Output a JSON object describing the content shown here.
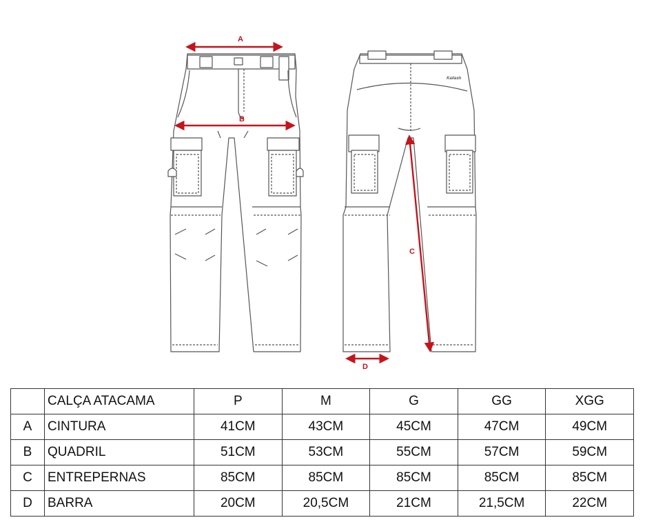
{
  "diagram": {
    "measure_labels": {
      "a": "A",
      "b": "B",
      "c": "C",
      "d": "D"
    },
    "brand_text": "Kailash",
    "colors": {
      "outline": "#555555",
      "measure": "#c4141c",
      "fill": "#ffffff"
    }
  },
  "table": {
    "title": "CALÇA ATACAMA",
    "sizes": [
      "P",
      "M",
      "G",
      "GG",
      "XGG"
    ],
    "rows": [
      {
        "code": "A",
        "label": "CINTURA",
        "values": [
          "41CM",
          "43CM",
          "45CM",
          "47CM",
          "49CM"
        ]
      },
      {
        "code": "B",
        "label": "QUADRIL",
        "values": [
          "51CM",
          "53CM",
          "55CM",
          "57CM",
          "59CM"
        ]
      },
      {
        "code": "C",
        "label": "ENTREPERNAS",
        "values": [
          "85CM",
          "85CM",
          "85CM",
          "85CM",
          "85CM"
        ]
      },
      {
        "code": "D",
        "label": "BARRA",
        "values": [
          "20CM",
          "20,5CM",
          "21CM",
          "21,5CM",
          "22CM"
        ]
      }
    ]
  }
}
